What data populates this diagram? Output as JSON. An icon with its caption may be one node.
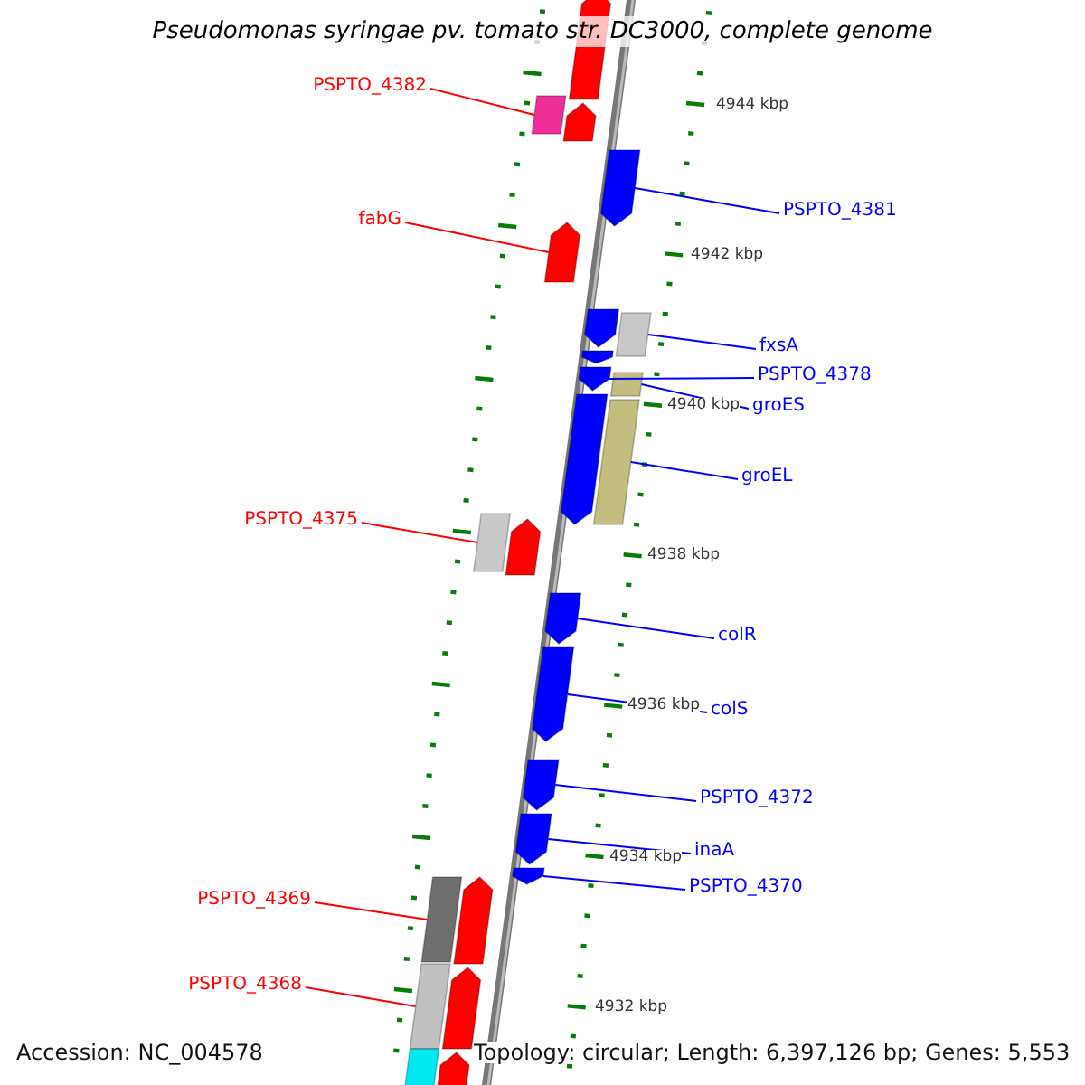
{
  "diagram": {
    "title": "Pseudomonas syringae pv. tomato str. DC3000, complete genome",
    "nodes": [
      {
        "text": [
          "PSPTO_4382"
        ]
      },
      {
        "text": [],
        "shape": "box"
      },
      {
        "text": [
          "PSPTO_4381"
        ]
      },
      {
        "text": [],
        "shape": "pentagon"
      },
      {
        "text": [
          "fabG"
        ]
      },
      {
        "text": [],
        "shape": "pentagon"
      },
      {
        "text": [
          "fxsA"
        ]
      },
      {
        "text": [],
        "shape": "box"
      },
      {
        "text": [
          "PSPTO_4378"
        ]
      },
      {
        "text": [],
        "shape": "pentagon"
      },
      {
        "text": [
          "groES"
        ]
      },
      {
        "text": [],
        "shape": "box"
      },
      {
        "text": [
          "groEL"
        ]
      },
      {
        "text": [],
        "shape": "box"
      },
      {
        "text": [
          "PSPTO_4375"
        ]
      },
      {
        "text": [],
        "shape": "box"
      },
      {
        "text": [
          "colR"
        ]
      },
      {
        "text": [],
        "shape": "pentagon"
      },
      {
        "text": [
          "colS"
        ]
      },
      {
        "text": [],
        "shape": "pentagon"
      },
      {
        "text": [
          "PSPTO_4372"
        ]
      },
      {
        "text": [],
        "shape": "pentagon"
      },
      {
        "text": [
          "inaA"
        ]
      },
      {
        "text": [],
        "shape": "pentagon"
      },
      {
        "text": [
          "PSPTO_4370"
        ]
      },
      {
        "text": [],
        "shape": "pentagon"
      },
      {
        "text": [
          "PSPTO_4369"
        ]
      },
      {
        "text": [],
        "shape": "box"
      },
      {
        "text": [
          "PSPTO_4368"
        ]
      },
      {
        "text": [],
        "shape": "box"
      },
      {
        "text": [],
        "shape": "pentagon"
      },
      {
        "text": [],
        "shape": "pentagon"
      },
      {
        "text": [],
        "shape": "pentagon"
      },
      {
        "text": [],
        "shape": "pentagon"
      },
      {
        "text": [],
        "shape": "pentagon"
      },
      {
        "text": [],
        "shape": "pentagon"
      },
      {
        "text": [],
        "shape": "pentagon"
      },
      {
        "text": [],
        "shape": "pentagon"
      },
      {
        "text": [],
        "shape": "pentagon"
      },
      {
        "text": [],
        "shape": "box"
      }
    ],
    "edges": [
      {
        "from": 0,
        "to": 1,
        "arrow": "none",
        "color": "#ff0000"
      },
      {
        "from": 2,
        "to": 3,
        "arrow": "none"
      },
      {
        "from": 4,
        "to": 5,
        "arrow": "none",
        "color": "#ff0000"
      },
      {
        "from": 6,
        "to": 7,
        "arrow": "none"
      },
      {
        "from": 8,
        "to": 9,
        "arrow": "none"
      },
      {
        "from": 10,
        "to": 11,
        "arrow": "none"
      },
      {
        "from": 12,
        "to": 13,
        "arrow": "none"
      },
      {
        "from": 14,
        "to": 15,
        "arrow": "none",
        "color": "#ff0000"
      },
      {
        "from": 16,
        "to": 17,
        "arrow": "none"
      },
      {
        "from": 18,
        "to": 19,
        "arrow": "none"
      },
      {
        "from": 20,
        "to": 21,
        "arrow": "none"
      },
      {
        "from": 22,
        "to": 23,
        "arrow": "none"
      },
      {
        "from": 24,
        "to": 25,
        "arrow": "none"
      },
      {
        "from": 26,
        "to": 27,
        "arrow": "none",
        "color": "#ff0000"
      },
      {
        "from": 28,
        "to": 29,
        "arrow": "none",
        "color": "#ff0000"
      }
    ],
    "labels": [
      "4944 kbp",
      "4942 kbp",
      "4940 kbp",
      "4938 kbp",
      "4936 kbp",
      "4934 kbp",
      "4932 kbp",
      "Accession: NC_004578",
      "Topology: circular; Length: 6,397,126 bp; Genes: 5,553"
    ]
  }
}
